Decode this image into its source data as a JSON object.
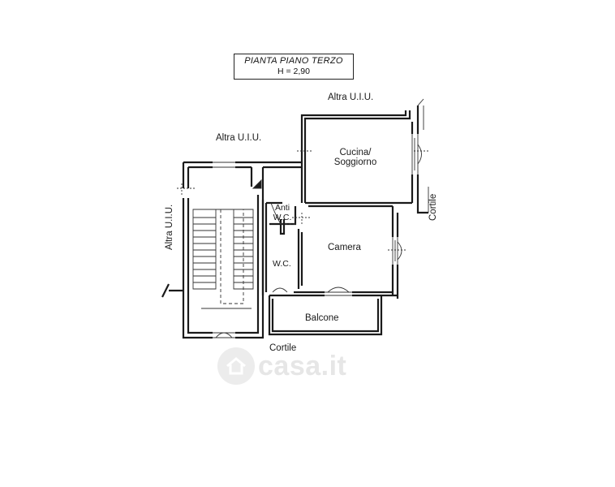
{
  "title": {
    "line1": "PIANTA PIANO TERZO",
    "line2": "H = 2,90"
  },
  "labels": {
    "altra_top_right": "Altra U.I.U.",
    "altra_top_left": "Altra U.I.U.",
    "altra_left": "Altra U.I.U.",
    "cucina_line1": "Cucina/",
    "cucina_line2": "Soggiorno",
    "anti_line1": "Anti",
    "anti_line2": "W.C.",
    "wc": "W.C.",
    "camera": "Camera",
    "balcone": "Balcone",
    "cortile_right": "Cortile",
    "cortile_bottom": "Cortile"
  },
  "watermark": {
    "text": "casa.it",
    "icon": "house-icon"
  },
  "colors": {
    "wall": "#1a1a1a",
    "watermark": "#e6e6e6"
  }
}
